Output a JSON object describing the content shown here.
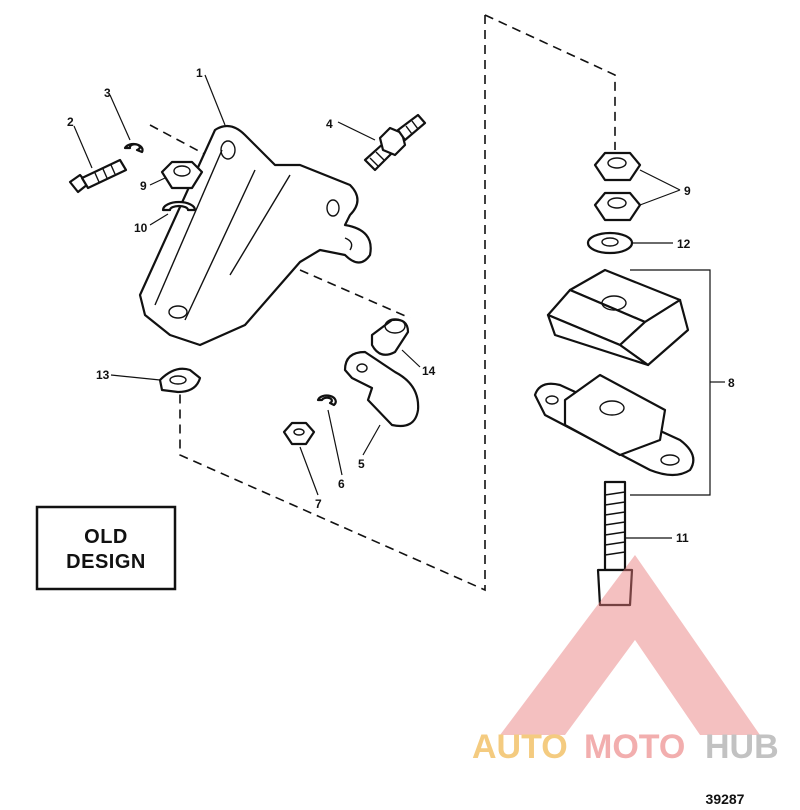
{
  "diagram": {
    "callouts": [
      {
        "id": "1",
        "label": "1"
      },
      {
        "id": "2",
        "label": "2"
      },
      {
        "id": "3",
        "label": "3"
      },
      {
        "id": "4",
        "label": "4"
      },
      {
        "id": "5",
        "label": "5"
      },
      {
        "id": "6",
        "label": "6"
      },
      {
        "id": "7",
        "label": "7"
      },
      {
        "id": "8",
        "label": "8"
      },
      {
        "id": "9a",
        "label": "9"
      },
      {
        "id": "9b",
        "label": "9"
      },
      {
        "id": "10",
        "label": "10"
      },
      {
        "id": "11",
        "label": "11"
      },
      {
        "id": "12",
        "label": "12"
      },
      {
        "id": "13",
        "label": "13"
      },
      {
        "id": "14",
        "label": "14"
      }
    ],
    "old_design_box": {
      "line1": "OLD",
      "line2": "DESIGN"
    },
    "reference_number": "39287"
  },
  "watermark": {
    "part1": "AUTO",
    "part2": "MOTO",
    "part3": "HUB",
    "colors": {
      "auto": "#f3c36a",
      "moto": "#f0a0a0",
      "hub": "#b8b8b8",
      "triangle": "#e87878"
    }
  }
}
